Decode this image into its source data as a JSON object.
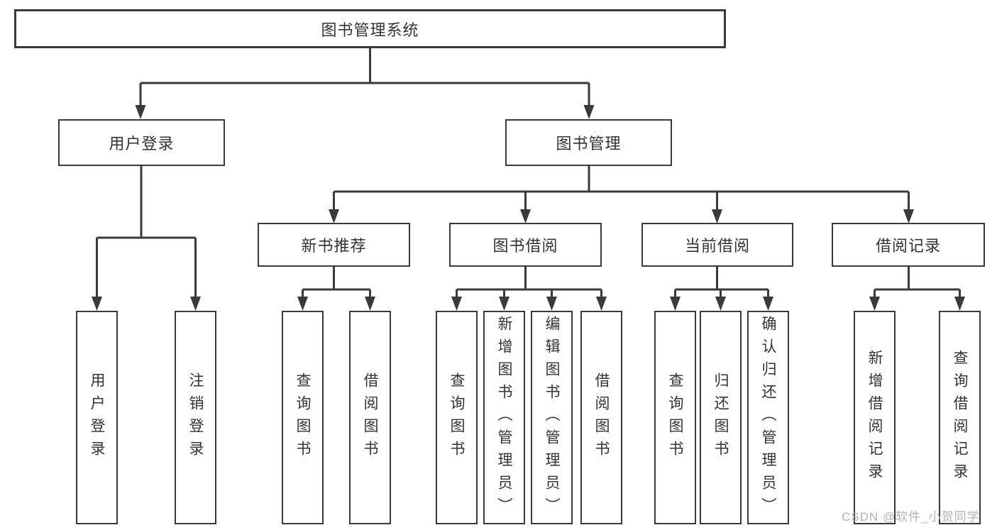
{
  "diagram": {
    "type": "hierarchy-tree",
    "watermark": "CSDN @软件_小贺同学",
    "colors": {
      "line": "#3a3a3a",
      "box_border": "#3a3a3a",
      "text": "#333333",
      "watermark": "#b3b3b3",
      "background": "#ffffff"
    },
    "root": {
      "label": "图书管理系统"
    },
    "level2": [
      {
        "label": "用户登录",
        "parent": "图书管理系统"
      },
      {
        "label": "图书管理",
        "parent": "图书管理系统"
      }
    ],
    "level3": [
      {
        "label": "新书推荐",
        "parent": "图书管理"
      },
      {
        "label": "图书借阅",
        "parent": "图书管理"
      },
      {
        "label": "当前借阅",
        "parent": "图书管理"
      },
      {
        "label": "借阅记录",
        "parent": "图书管理"
      }
    ],
    "leaves": [
      {
        "label": "用户登录",
        "parent": "用户登录"
      },
      {
        "label": "注销登录",
        "parent": "用户登录"
      },
      {
        "label": "查询图书",
        "parent": "新书推荐"
      },
      {
        "label": "借阅图书",
        "parent": "新书推荐"
      },
      {
        "label": "查询图书",
        "parent": "图书借阅"
      },
      {
        "label": "新增图书（管理员）",
        "parent": "图书借阅"
      },
      {
        "label": "编辑图书（管理员）",
        "parent": "图书借阅"
      },
      {
        "label": "借阅图书",
        "parent": "图书借阅"
      },
      {
        "label": "查询图书",
        "parent": "当前借阅"
      },
      {
        "label": "归还图书",
        "parent": "当前借阅"
      },
      {
        "label": "确认归还（管理员）",
        "parent": "当前借阅"
      },
      {
        "label": "新增借阅记录",
        "parent": "借阅记录"
      },
      {
        "label": "查询借阅记录",
        "parent": "借阅记录"
      }
    ]
  }
}
